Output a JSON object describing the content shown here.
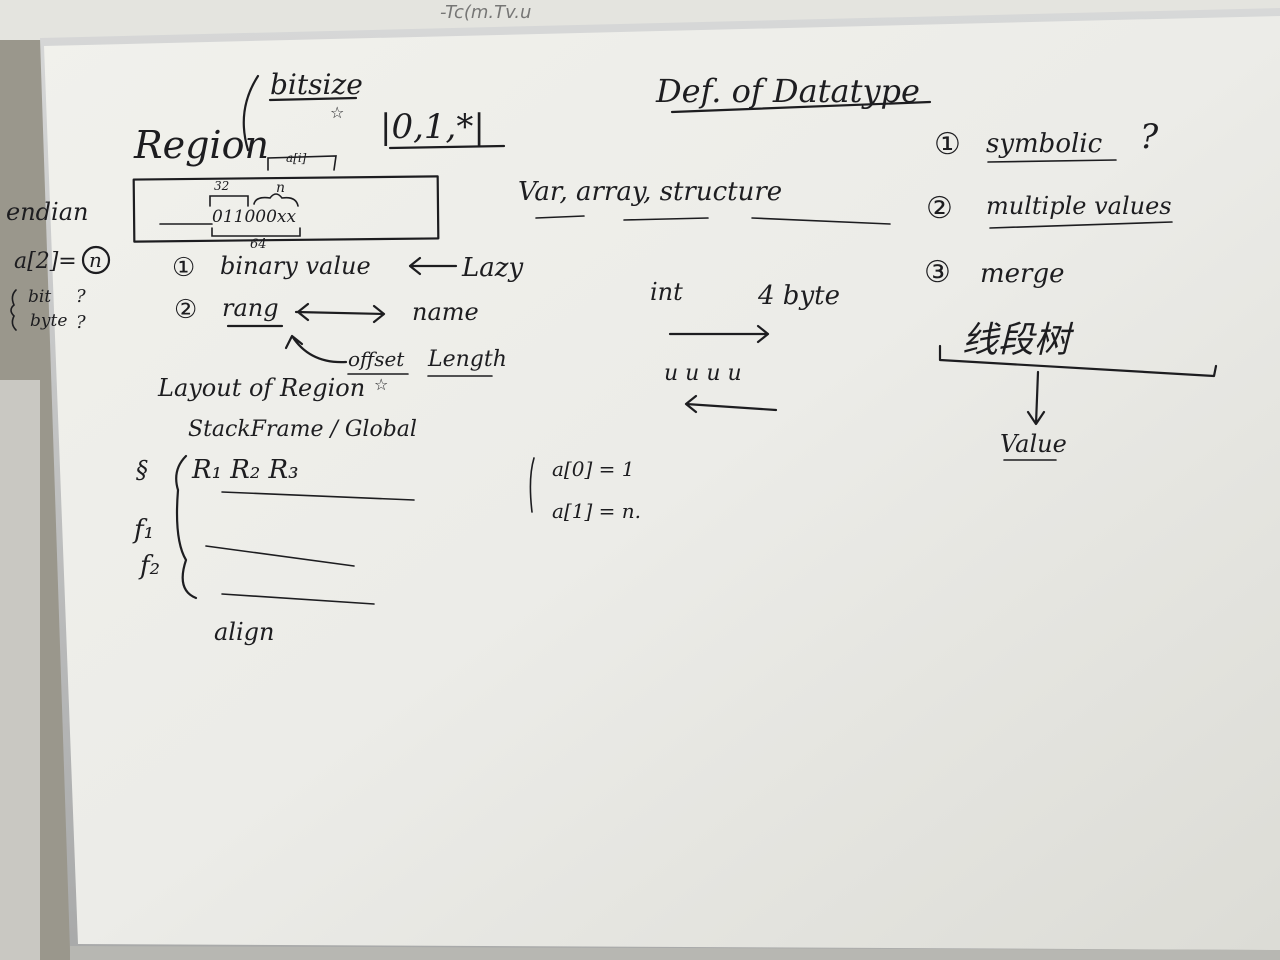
{
  "top_edge_text": "-Tc(m.Tv.u",
  "left": {
    "endian": "endian",
    "a_eq": "a[2]=",
    "a_circled": "n",
    "bit": "bit",
    "byte": "byte",
    "q1": "?",
    "q2": "?"
  },
  "region": {
    "title": "Region",
    "bitsize": "bitsize",
    "star": "☆",
    "set": "|0,1,*|",
    "a_idx": "a[i]",
    "n": "n",
    "label_32": "32",
    "bits": "011000xx",
    "label_64": "64"
  },
  "items": {
    "n1": "①",
    "binary_value": "binary value",
    "lazy": "Lazy",
    "n2": "②",
    "range": "rang",
    "name": "name",
    "offset": "offset",
    "length": "Length",
    "star2": "☆"
  },
  "layout": {
    "layout_of_region": "Layout of Region",
    "stack_global": "StackFrame / Global",
    "s": "§",
    "regions": "R₁  R₂  R₃",
    "f1": "f₁",
    "f2": "f₂",
    "align": "align"
  },
  "array_note": {
    "a0": "a[0] = 1",
    "a1": "a[1] = n."
  },
  "datatype": {
    "title": "Def. of Datatype",
    "kinds": "Var, array, structure",
    "int": "int",
    "four_byte": "4 byte",
    "bytes": "u  u  u  u"
  },
  "right": {
    "c1": "①",
    "symbolic": "symbolic",
    "q": "?",
    "c2": "②",
    "multiple": "multiple values",
    "c3": "③",
    "merge": "merge",
    "segtree": "线段树",
    "value": "Value"
  }
}
